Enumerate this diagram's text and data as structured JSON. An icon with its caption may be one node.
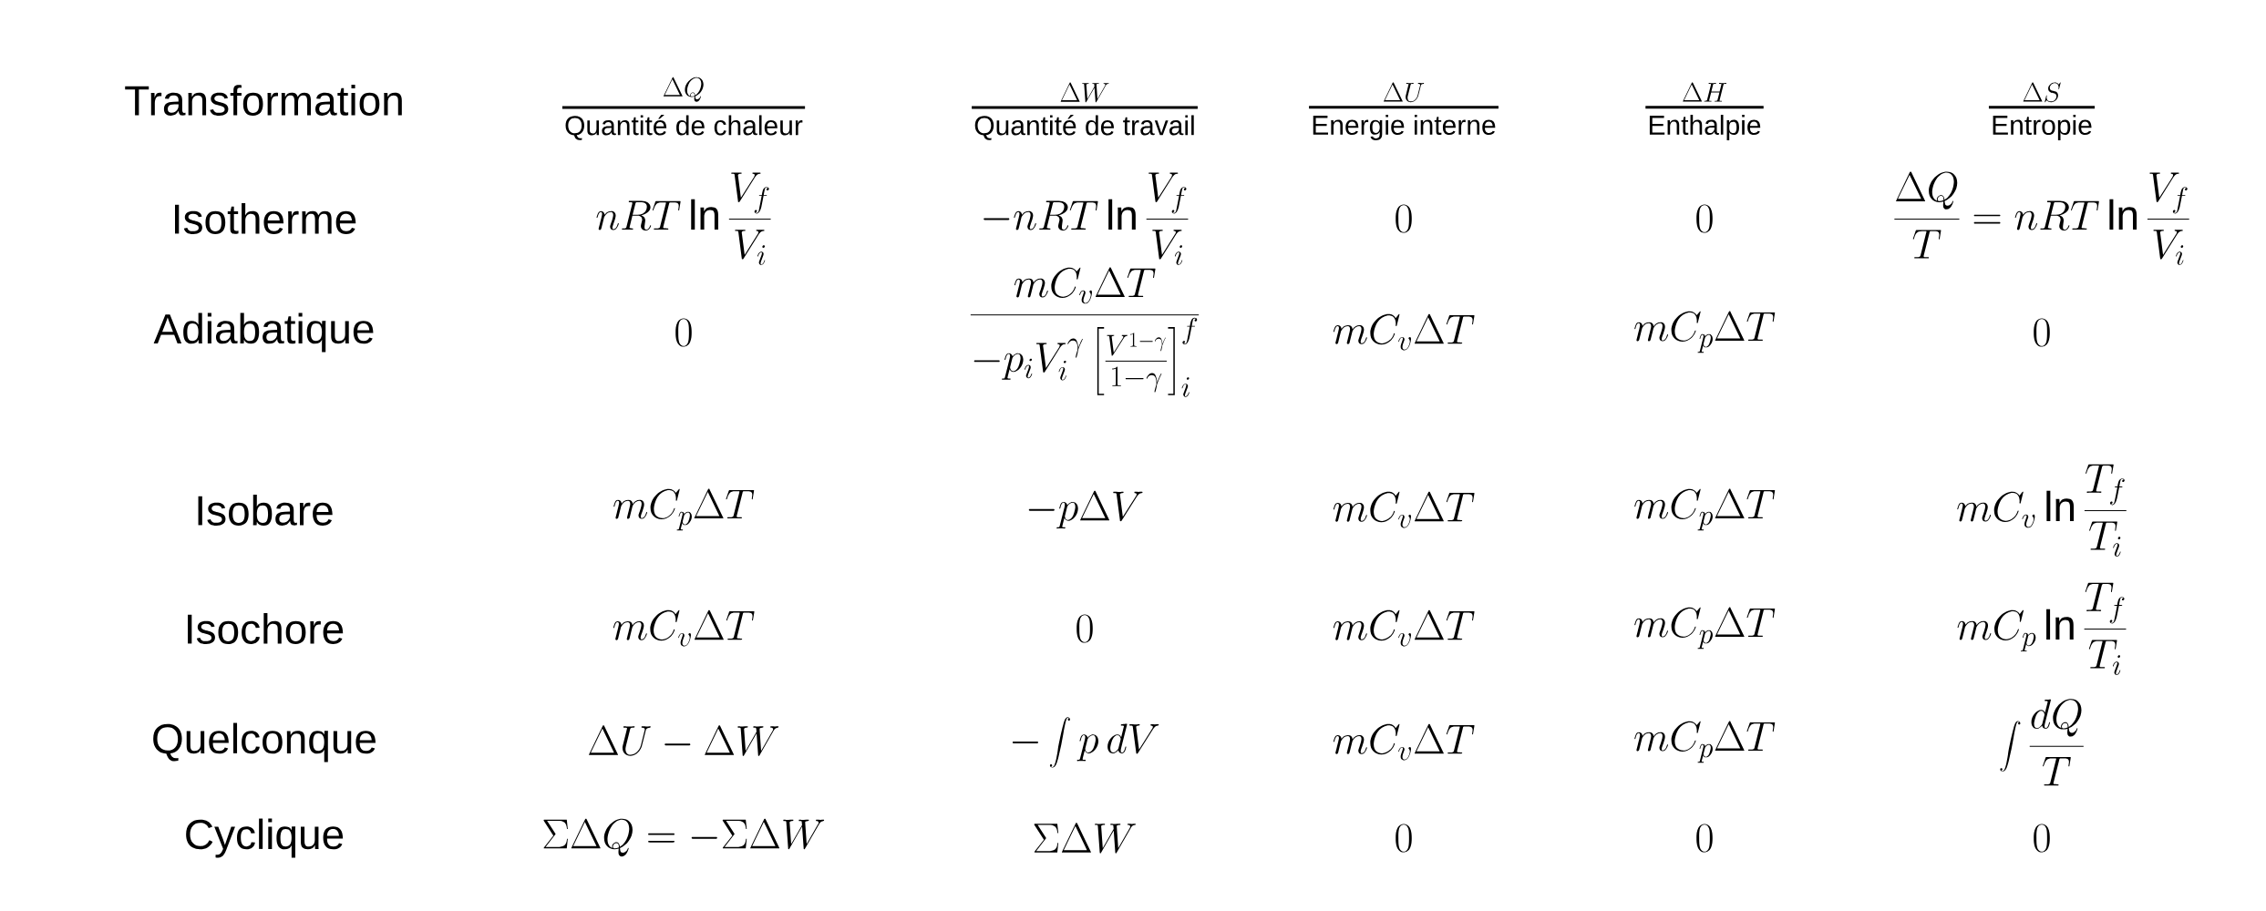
{
  "diagram": {
    "labels": [
      "Transformation",
      "\\Delta Q",
      "Quantité de chaleur",
      "\\Delta W",
      "Quantité de travail",
      "\\Delta U",
      "Energie interne",
      "\\Delta H",
      "Enthalpie",
      "\\Delta S",
      "Entropie",
      "Isotherme",
      "nRT\\ln\\frac{V_f}{V_i}",
      "-nRT\\ln\\frac{V_f}{V_i}",
      "0",
      "0",
      "\\frac{\\Delta Q}{T}=nRT\\ln\\frac{V_f}{V_i}",
      "Adiabatique",
      "0",
      "\\frac{mC_v\\Delta T}{-p_iV_i^{\\gamma}\\left[\\frac{V^{1-\\gamma}}{1-\\gamma}\\right]_i^f}",
      "mC_v\\Delta T",
      "mC_p\\Delta T",
      "0",
      "Isobare",
      "mC_p\\Delta T",
      "-p\\Delta V",
      "mC_v\\Delta T",
      "mC_p\\Delta T",
      "mC_v\\ln\\frac{T_f}{T_i}",
      "Isochore",
      "mC_v\\Delta T",
      "0",
      "mC_v\\Delta T",
      "mC_p\\Delta T",
      "mC_p\\ln\\frac{T_f}{T_i}",
      "Quelconque",
      "\\Delta U-\\Delta W",
      "-\\int p\\,dV",
      "mC_v\\Delta T",
      "mC_p\\Delta T",
      "\\int\\frac{dQ}{T}",
      "Cyclique",
      "\\Sigma\\Delta Q=-\\Sigma\\Delta W",
      "\\Sigma\\Delta W",
      "0",
      "0",
      "0"
    ]
  }
}
